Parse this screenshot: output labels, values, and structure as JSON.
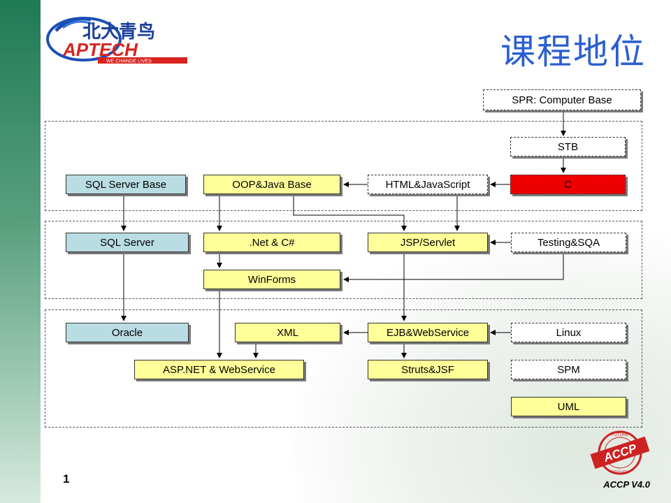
{
  "header": {
    "logo_text_cn": "北大青鸟",
    "logo_text_en": "APTECH",
    "logo_tagline": "WE CHANGE LIVES",
    "title": "课程地位"
  },
  "boxes": {
    "spr": "SPR: Computer Base",
    "stb": "STB",
    "c": "C",
    "sql_server_base": "SQL Server Base",
    "oop_java_base": "OOP&Java Base",
    "html_js": "HTML&JavaScript",
    "sql_server": "SQL Server",
    "net_csharp": ".Net & C#",
    "jsp_servlet": "JSP/Servlet",
    "testing_sqa": "Testing&SQA",
    "winforms": "WinForms",
    "oracle": "Oracle",
    "xml": "XML",
    "ejb_webservice": "EJB&WebService",
    "linux": "Linux",
    "aspnet_webservice": "ASP.NET & WebService",
    "struts_jsf": "Struts&JSF",
    "spm": "SPM",
    "uml": "UML"
  },
  "footer": {
    "page_number": "1",
    "version": "ACCP  V4.0",
    "seal_text": "ACCP",
    "seal_ring_top": "FUTURE",
    "seal_ring_bottom": "PROVED"
  },
  "colors": {
    "title": "#2a5fd0",
    "yellow_box": "#ffff99",
    "blue_box": "#b9dde3",
    "red_box": "#ee0000",
    "sidebar": "#1f7a56"
  }
}
